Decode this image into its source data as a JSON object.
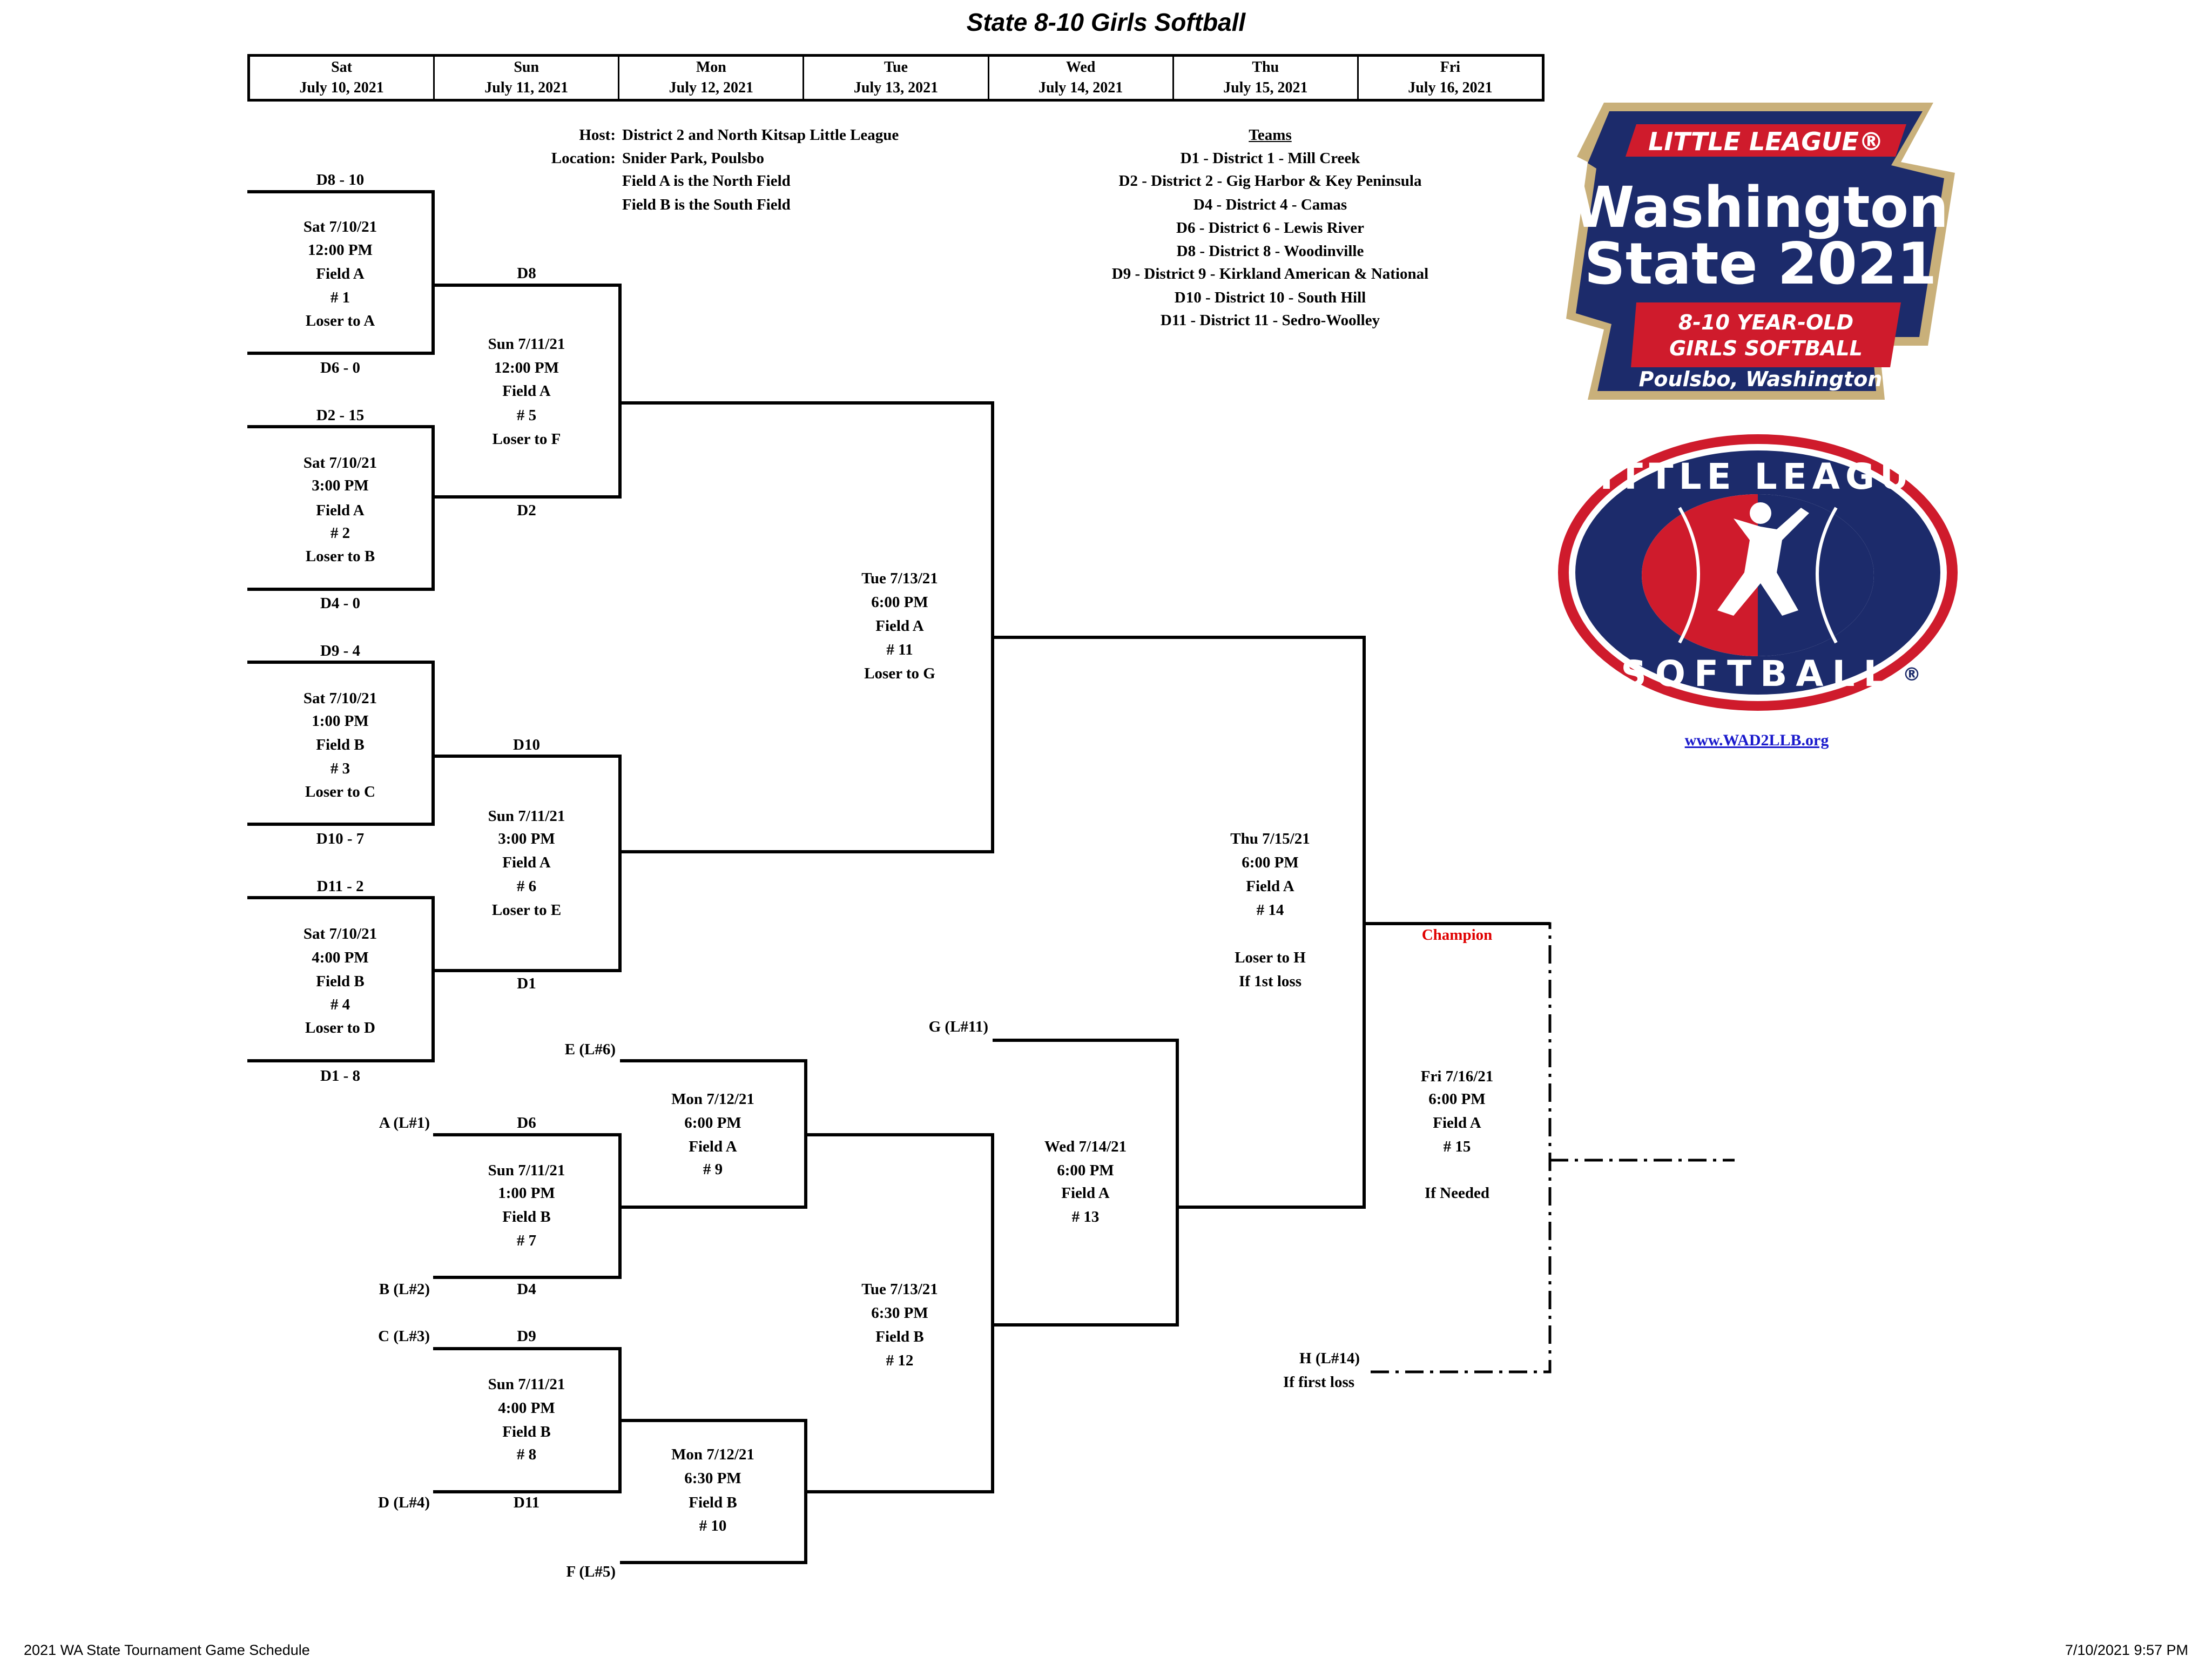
{
  "title": "State 8-10 Girls Softball",
  "days": [
    {
      "dow": "Sat",
      "date": "July 10, 2021"
    },
    {
      "dow": "Sun",
      "date": "July 11, 2021"
    },
    {
      "dow": "Mon",
      "date": "July 12, 2021"
    },
    {
      "dow": "Tue",
      "date": "July 13, 2021"
    },
    {
      "dow": "Wed",
      "date": "July 14, 2021"
    },
    {
      "dow": "Thu",
      "date": "July 15, 2021"
    },
    {
      "dow": "Fri",
      "date": "July 16, 2021"
    }
  ],
  "host": {
    "host_label": "Host:",
    "host_value": "District 2 and North Kitsap Little League",
    "location_label": "Location:",
    "location_value": "Snider Park, Poulsbo",
    "field_a": "Field A is the North Field",
    "field_b": "Field B is the South Field"
  },
  "teams": {
    "heading": "Teams",
    "list": [
      "D1 - District 1 - Mill Creek",
      "D2 - District 2 - Gig Harbor & Key Peninsula",
      "D4 - District 4 - Camas",
      "D6 - District 6 - Lewis River",
      "D8 - District 8 - Woodinville",
      "D9 - District 9 - Kirkland American & National",
      "D10 - District 10 - South Hill",
      "D11 - District 11 - Sedro-Woolley"
    ]
  },
  "round1": {
    "slots": [
      "D8 - 10",
      "D6 - 0",
      "D2 - 15",
      "D4 - 0",
      "D9 - 4",
      "D10 - 7",
      "D11 - 2",
      "D1 - 8"
    ],
    "games": [
      {
        "date": "Sat 7/10/21",
        "time": "12:00 PM",
        "field": "Field A",
        "num": "# 1",
        "note": "Loser to A"
      },
      {
        "date": "Sat 7/10/21",
        "time": "3:00 PM",
        "field": "Field A",
        "num": "# 2",
        "note": "Loser to B"
      },
      {
        "date": "Sat 7/10/21",
        "time": "1:00 PM",
        "field": "Field B",
        "num": "# 3",
        "note": "Loser to C"
      },
      {
        "date": "Sat 7/10/21",
        "time": "4:00 PM",
        "field": "Field B",
        "num": "# 4",
        "note": "Loser to D"
      }
    ]
  },
  "round2": {
    "slots": [
      "D8",
      "D2",
      "D10",
      "D1"
    ],
    "games": [
      {
        "date": "Sun 7/11/21",
        "time": "12:00 PM",
        "field": "Field A",
        "num": "# 5",
        "note": "Loser to F"
      },
      {
        "date": "Sun 7/11/21",
        "time": "3:00 PM",
        "field": "Field A",
        "num": "# 6",
        "note": "Loser to E"
      }
    ]
  },
  "game11": {
    "date": "Tue 7/13/21",
    "time": "6:00 PM",
    "field": "Field A",
    "num": "# 11",
    "note": "Loser to G"
  },
  "game14": {
    "date": "Thu 7/15/21",
    "time": "6:00 PM",
    "field": "Field A",
    "num": "# 14",
    "note": "Loser to H",
    "note2": "If 1st loss"
  },
  "champion": "Champion",
  "game15": {
    "date": "Fri 7/16/21",
    "time": "6:00 PM",
    "field": "Field A",
    "num": "# 15",
    "note": "If Needed"
  },
  "losers": {
    "labels": {
      "a": "A (L#1)",
      "b": "B (L#2)",
      "c": "C (L#3)",
      "d": "D (L#4)",
      "e": "E (L#6)",
      "f": "F (L#5)",
      "g": "G (L#11)",
      "h": "H (L#14)",
      "h_note": "If first loss"
    },
    "slots": {
      "g7_top": "D6",
      "g7_bot": "D4",
      "g8_top": "D9",
      "g8_bot": "D11"
    },
    "game7": {
      "date": "Sun 7/11/21",
      "time": "1:00 PM",
      "field": "Field B",
      "num": "# 7"
    },
    "game8": {
      "date": "Sun 7/11/21",
      "time": "4:00 PM",
      "field": "Field B",
      "num": "# 8"
    },
    "game9": {
      "date": "Mon 7/12/21",
      "time": "6:00 PM",
      "field": "Field A",
      "num": "# 9"
    },
    "game10": {
      "date": "Mon 7/12/21",
      "time": "6:30 PM",
      "field": "Field B",
      "num": "# 10"
    },
    "game12": {
      "date": "Tue 7/13/21",
      "time": "6:30 PM",
      "field": "Field B",
      "num": "# 12"
    },
    "game13": {
      "date": "Wed 7/14/21",
      "time": "6:00 PM",
      "field": "Field A",
      "num": "# 13"
    }
  },
  "logo": {
    "banner": "LITTLE LEAGUE®",
    "line1": "Washington",
    "line2": "State 2021",
    "sub1": "8-10 YEAR-OLD",
    "sub2": "GIRLS SOFTBALL",
    "place": "Poulsbo, Washington"
  },
  "softball_logo": {
    "top": "LITTLE LEAGUE",
    "bottom": "SOFTBALL",
    "mark": "®"
  },
  "website": "www.WAD2LLB.org",
  "footer": {
    "left": "2021 WA State Tournament Game Schedule",
    "right": "7/10/2021 9:57 PM"
  },
  "colors": {
    "navy": "#1c2b6b",
    "red": "#cf1b2c",
    "gold": "#c9b07a",
    "champion": "#e00000",
    "link": "#1a1acc"
  }
}
